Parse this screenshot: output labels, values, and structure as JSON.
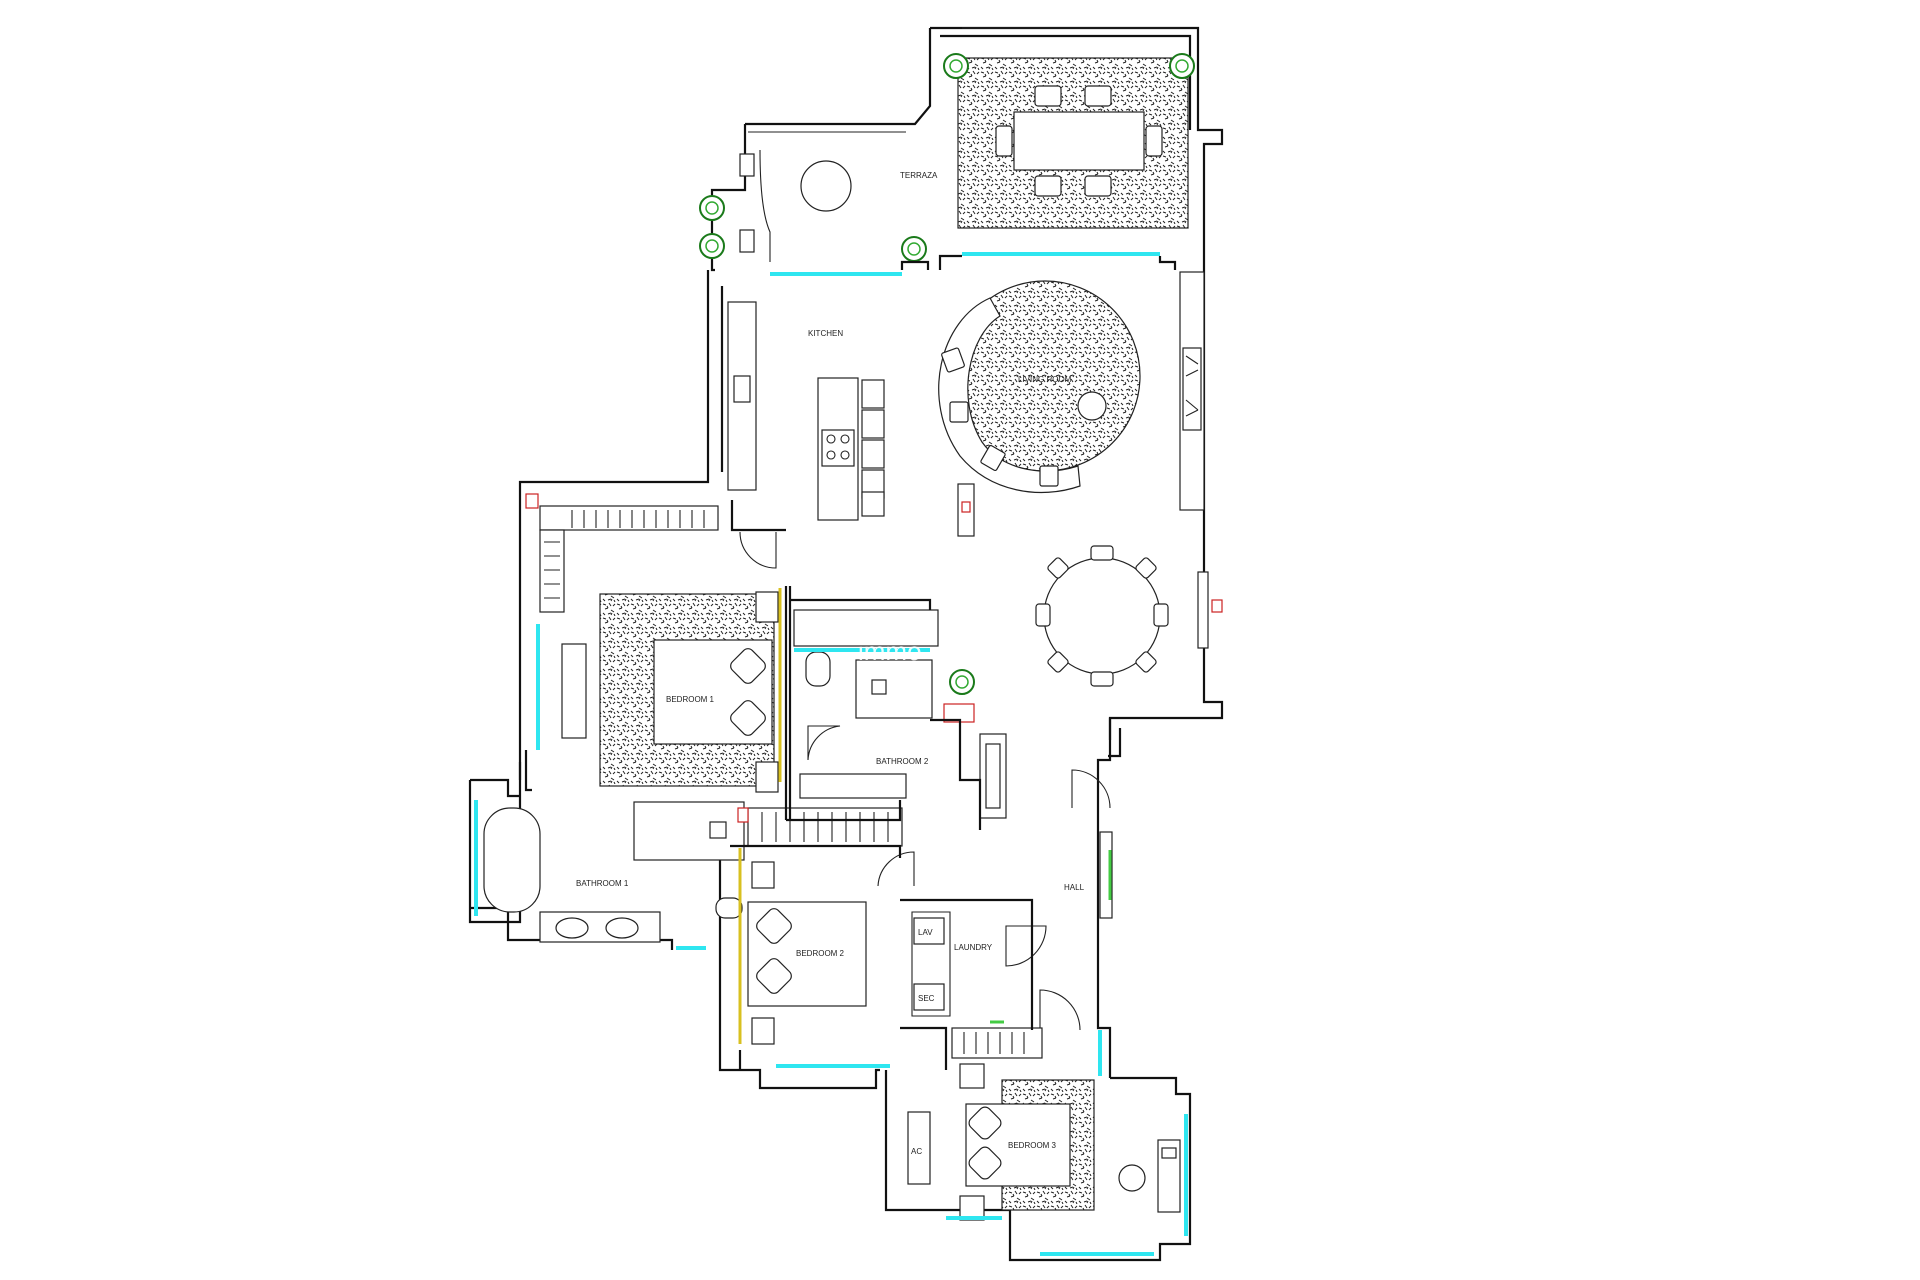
{
  "plan": {
    "watermark": "immo",
    "rooms": {
      "terraza": "TERRAZA",
      "kitchen": "KITCHEN",
      "living_room": "LIVING ROOM",
      "bedroom_1": "BEDROOM 1",
      "bathroom_2": "BATHROOM 2",
      "bathroom_1": "BATHROOM 1",
      "bedroom_2": "BEDROOM 2",
      "laundry": "LAUNDRY",
      "hall": "HALL",
      "bedroom_3": "BEDROOM 3"
    },
    "appliances": {
      "lav": "LAV",
      "sec": "SEC",
      "ac": "AC"
    }
  }
}
